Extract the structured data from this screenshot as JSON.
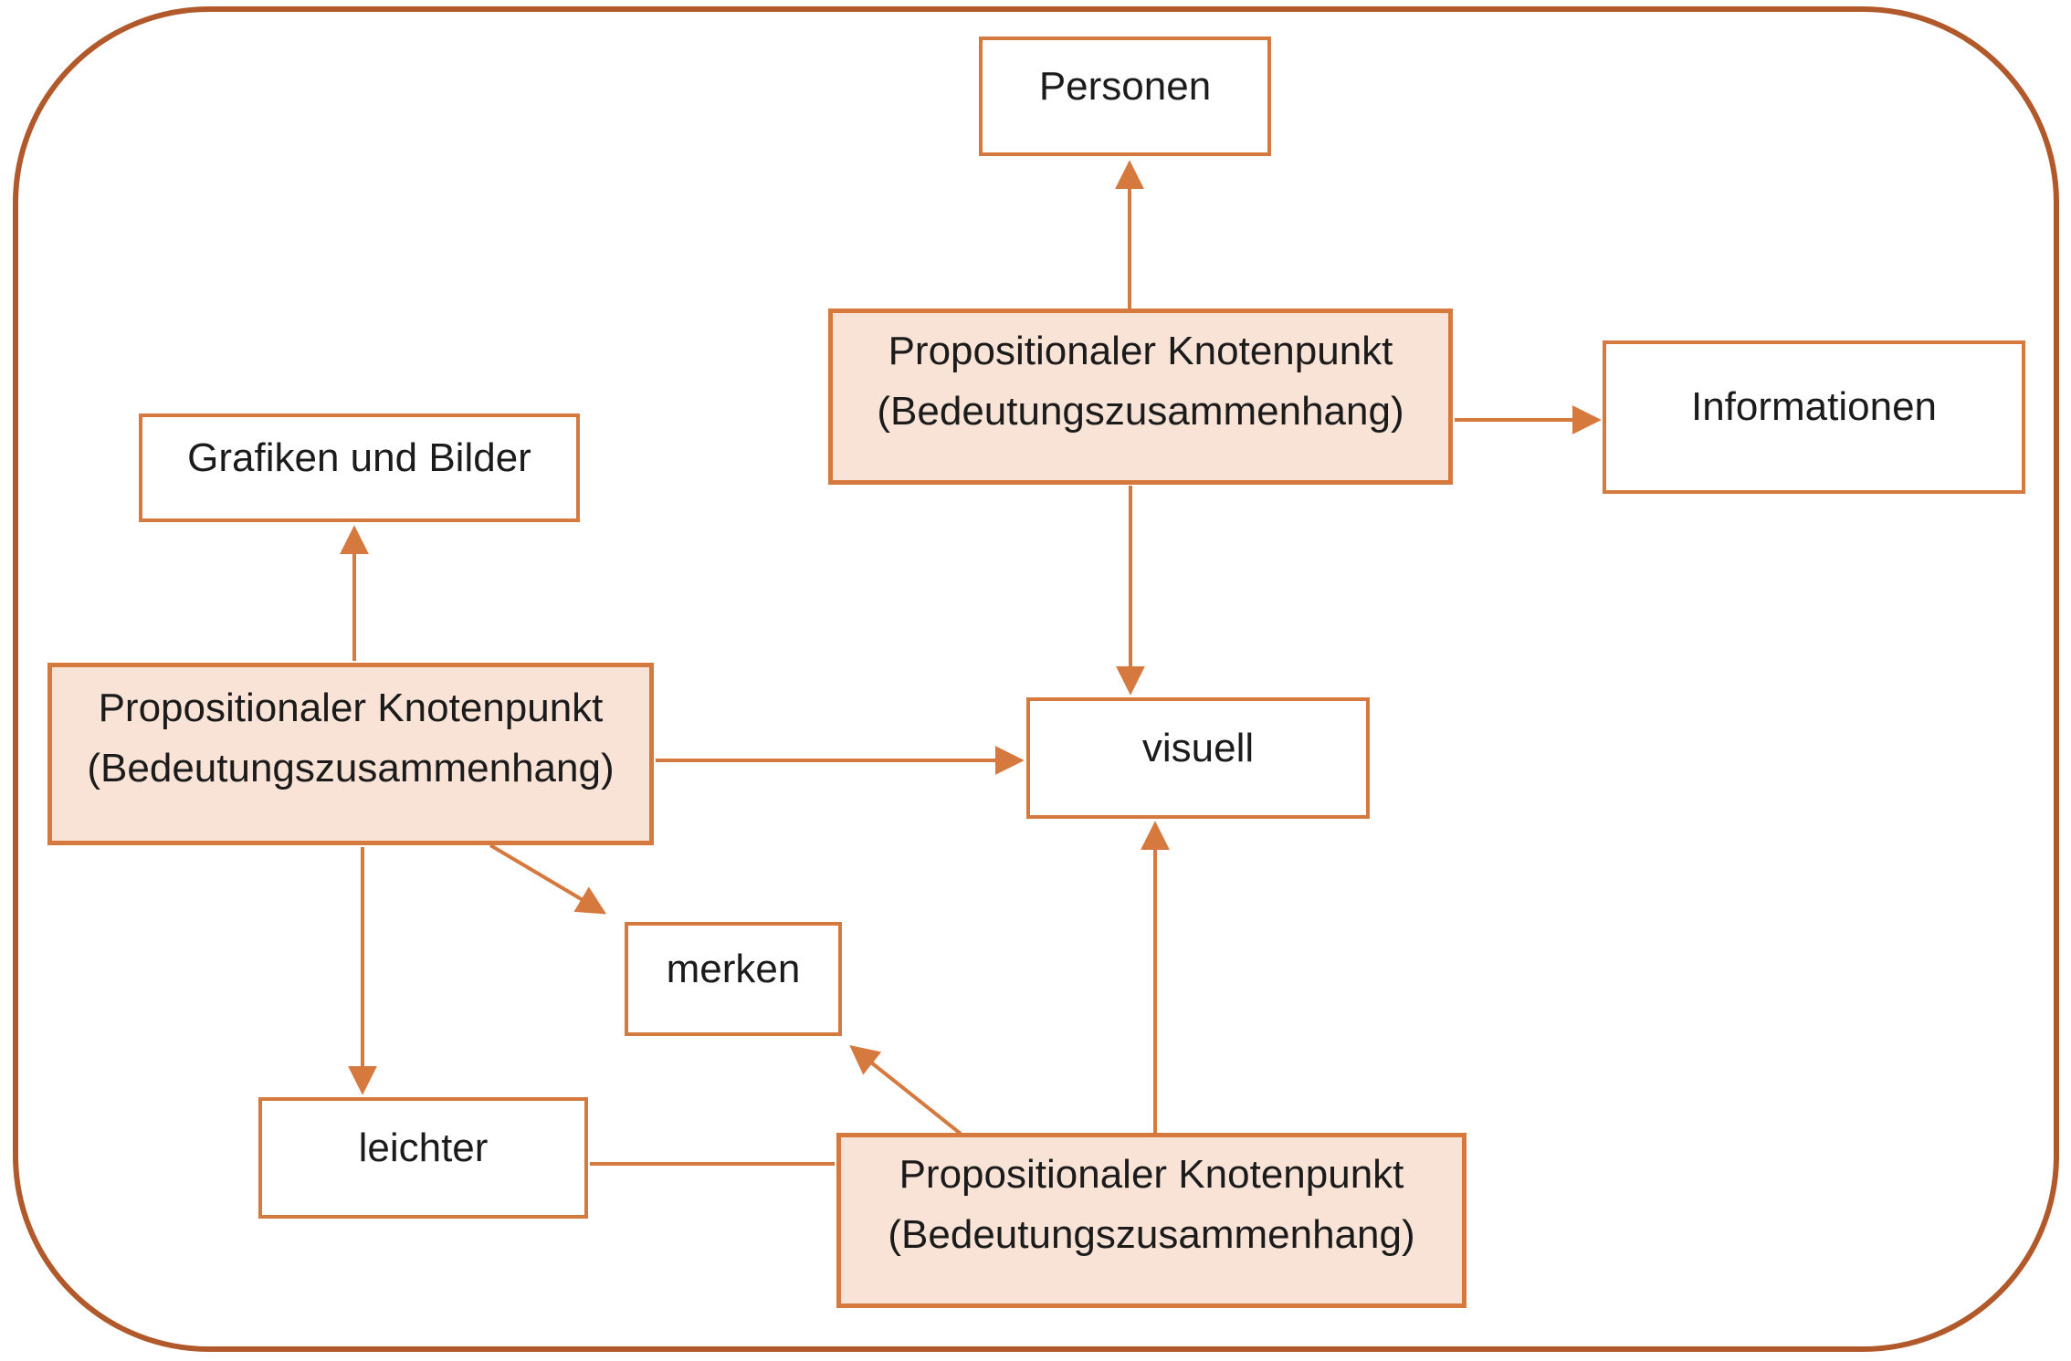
{
  "colors": {
    "accent": "#d6793e",
    "frame": "#b2592b",
    "node_fill": "#f8e3d6",
    "text": "#1b1b1b",
    "background": "#ffffff"
  },
  "nodes": {
    "personen": {
      "label": "Personen"
    },
    "prop_top": {
      "line1": "Propositionaler Knotenpunkt",
      "line2": "(Bedeutungszusammenhang)"
    },
    "informationen": {
      "label": "Informationen"
    },
    "grafiken_und_bilder": {
      "label": "Grafiken und Bilder"
    },
    "prop_left": {
      "line1": "Propositionaler Knotenpunkt",
      "line2": "(Bedeutungszusammenhang)"
    },
    "visuell": {
      "label": "visuell"
    },
    "merken": {
      "label": "merken"
    },
    "leichter": {
      "label": "leichter"
    },
    "prop_bottom": {
      "line1": "Propositionaler Knotenpunkt",
      "line2": "(Bedeutungszusammenhang)"
    }
  },
  "edges": [
    {
      "from": "prop_top",
      "to": "personen",
      "arrowhead": true
    },
    {
      "from": "prop_top",
      "to": "informationen",
      "arrowhead": true
    },
    {
      "from": "prop_top",
      "to": "visuell",
      "arrowhead": true
    },
    {
      "from": "prop_left",
      "to": "grafiken_und_bilder",
      "arrowhead": true
    },
    {
      "from": "prop_left",
      "to": "visuell",
      "arrowhead": true
    },
    {
      "from": "prop_left",
      "to": "merken",
      "arrowhead": true
    },
    {
      "from": "prop_left",
      "to": "leichter",
      "arrowhead": true
    },
    {
      "from": "prop_bottom",
      "to": "visuell",
      "arrowhead": true
    },
    {
      "from": "prop_bottom",
      "to": "merken",
      "arrowhead": true
    },
    {
      "from": "prop_bottom",
      "to": "leichter",
      "arrowhead": false
    }
  ]
}
